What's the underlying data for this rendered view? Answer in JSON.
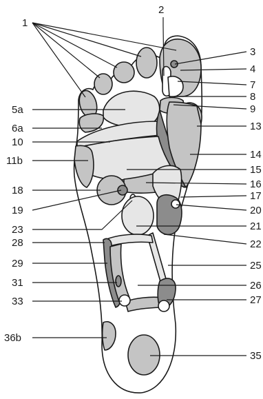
{
  "labels": {
    "l1": "1",
    "l2": "2",
    "l3": "3",
    "l4": "4",
    "l5a": "5a",
    "l6a": "6a",
    "l7": "7",
    "l8": "8",
    "l9": "9",
    "l10": "10",
    "l11b": "11b",
    "l13": "13",
    "l14": "14",
    "l15": "15",
    "l16": "16",
    "l17": "17",
    "l18": "18",
    "l19": "19",
    "l20": "20",
    "l21": "21",
    "l22": "22",
    "l23": "23",
    "l25": "25",
    "l26": "26",
    "l27": "27",
    "l28": "28",
    "l29": "29",
    "l31": "31",
    "l33": "33",
    "l35": "35",
    "l36b": "36b"
  },
  "colors": {
    "outline": "#1a1a1a",
    "light": "#e6e6e6",
    "mid": "#c4c4c4",
    "dark": "#8c8c8c",
    "white": "#ffffff"
  }
}
